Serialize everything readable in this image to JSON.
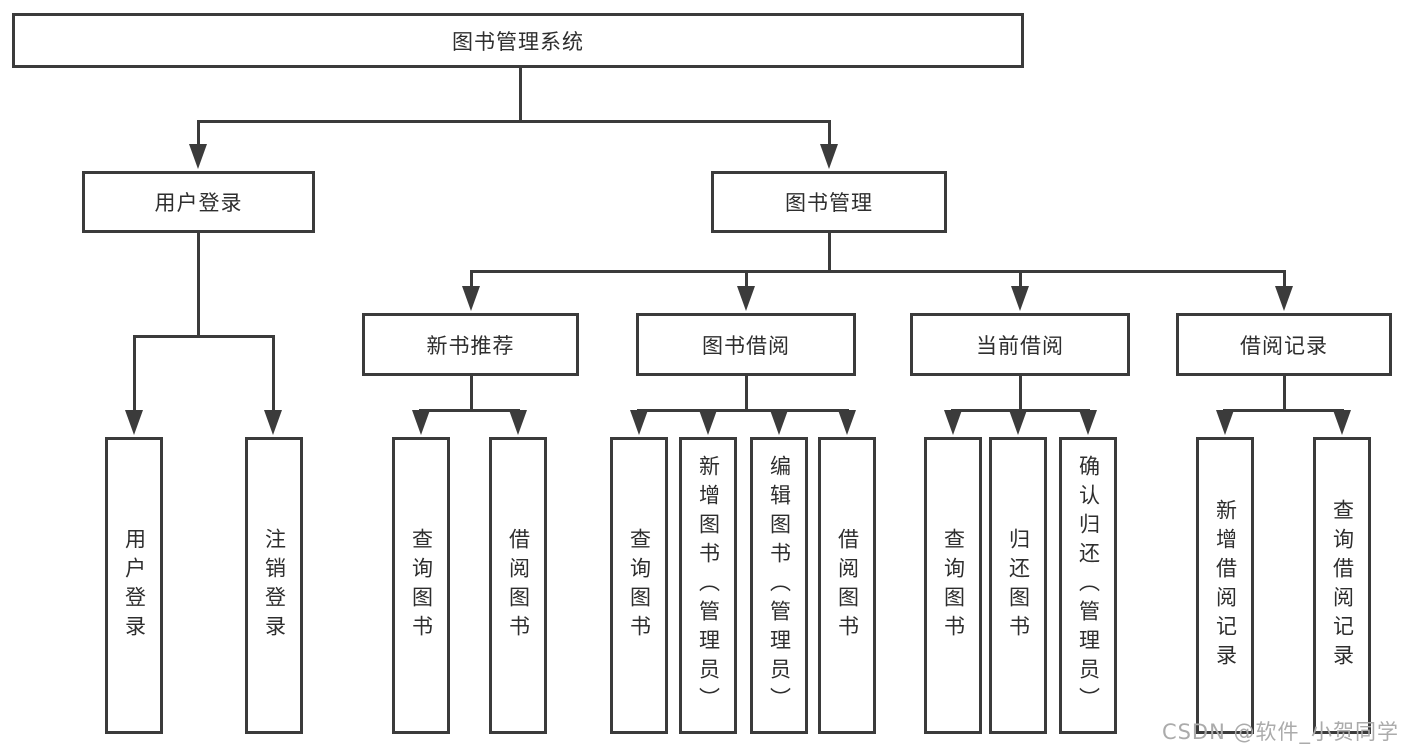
{
  "diagram": {
    "root": {
      "label": "图书管理系统"
    },
    "level2": [
      {
        "label": "用户登录"
      },
      {
        "label": "图书管理"
      }
    ],
    "level3": [
      {
        "label": "新书推荐"
      },
      {
        "label": "图书借阅"
      },
      {
        "label": "当前借阅"
      },
      {
        "label": "借阅记录"
      }
    ],
    "leaves": {
      "user_login": [
        "用户登录",
        "注销登录"
      ],
      "new_book_recommend": [
        "查询图书",
        "借阅图书"
      ],
      "book_borrow": [
        "查询图书",
        "新增图书（管理员）",
        "编辑图书（管理员）",
        "借阅图书"
      ],
      "current_borrow": [
        "查询图书",
        "归还图书",
        "确认归还（管理员）"
      ],
      "borrow_record": [
        "新增借阅记录",
        "查询借阅记录"
      ]
    }
  },
  "watermark": {
    "text": "CSDN @软件_小贺同学"
  },
  "colors": {
    "line": "#3b3b3b",
    "text": "#2e2e2e",
    "watermark": "#ababab",
    "background": "#ffffff"
  }
}
